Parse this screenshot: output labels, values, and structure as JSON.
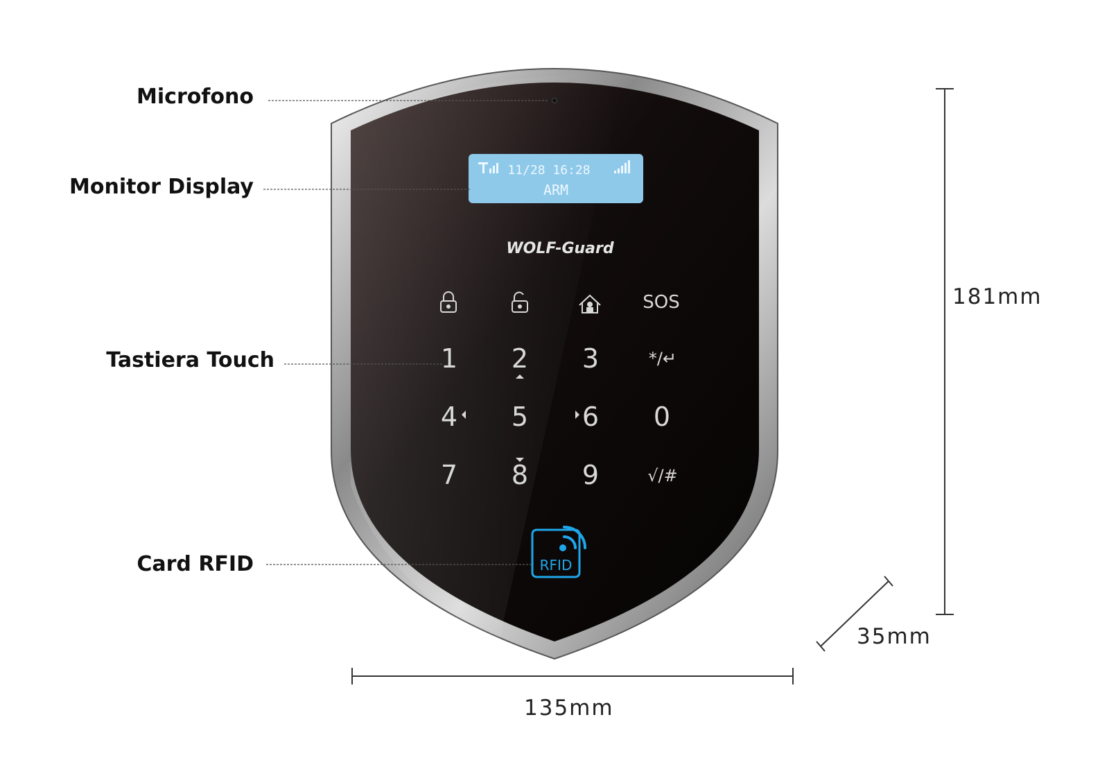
{
  "callouts": {
    "microphone": "Microfono",
    "display": "Monitor Display",
    "keypad": "Tastiera Touch",
    "rfid": "Card RFID"
  },
  "lcd": {
    "line1": "11/28 16:28",
    "line2": "ARM"
  },
  "brand": {
    "logo": "WOLF-Guard"
  },
  "keypad": {
    "function_keys": [
      "lock-icon",
      "unlock-icon",
      "home-person-icon",
      "SOS"
    ],
    "rows": [
      [
        "1",
        "2",
        "3",
        "*/↵"
      ],
      [
        "4",
        "5",
        "6",
        "0"
      ],
      [
        "7",
        "8",
        "9",
        "√/#"
      ]
    ]
  },
  "rfid": {
    "label": "RFID"
  },
  "dimensions": {
    "height": "181mm",
    "width": "135mm",
    "depth": "35mm"
  },
  "colors": {
    "panel": "#0d0909",
    "lcd_background": "#8ec9ea",
    "rfid_accent": "#1ea7ea",
    "key_text": "#d9d9d9"
  }
}
